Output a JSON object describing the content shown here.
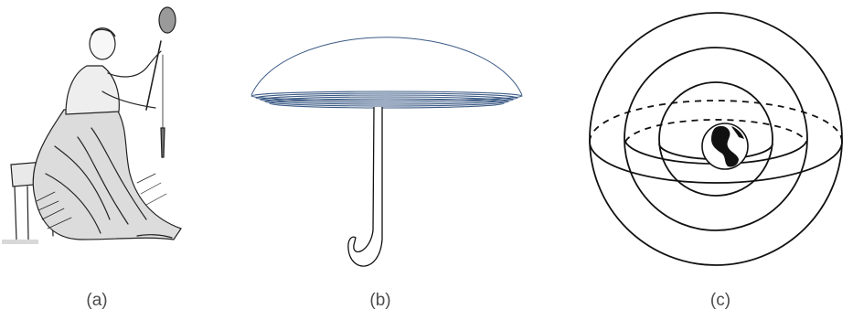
{
  "figure": {
    "panels": [
      {
        "id": "a",
        "caption": "(a)"
      },
      {
        "id": "b",
        "caption": "(b)"
      },
      {
        "id": "c",
        "caption": "(c)"
      }
    ],
    "colors": {
      "dome_stroke": "#3b5a85",
      "line": "#111111",
      "caption": "#4d4d4d"
    }
  }
}
